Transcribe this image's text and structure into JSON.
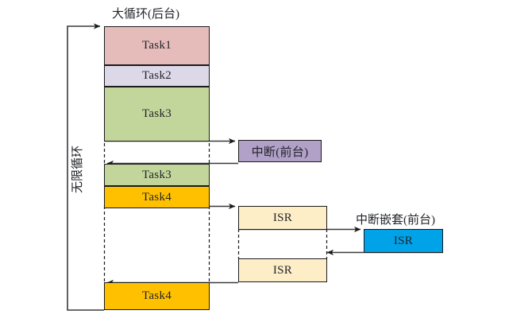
{
  "diagram": {
    "title_main_column": "大循环(后台)",
    "loop_label": "无限循环",
    "interrupt_label": "中断(前台)",
    "nested_interrupt_label": "中断嵌套(前台)",
    "main_column": {
      "blocks": [
        {
          "label": "Task1",
          "color": "#e5bcba"
        },
        {
          "label": "Task2",
          "color": "#dcd8e8"
        },
        {
          "label": "Task3",
          "color": "#c2d69b"
        },
        {
          "label": "Task3",
          "color": "#c2d69b"
        },
        {
          "label": "Task4",
          "color": "#ffc000"
        },
        {
          "label": "Task4",
          "color": "#ffc000"
        }
      ]
    },
    "isr_column": {
      "blocks": [
        {
          "label": "ISR",
          "color": "#fdeec8"
        },
        {
          "label": "ISR",
          "color": "#fdeec8"
        }
      ]
    },
    "interrupt_box": {
      "label": "中断(前台)",
      "color": "#b1a0c7"
    },
    "nested_isr_box": {
      "label": "ISR",
      "color": "#00a2e8"
    }
  },
  "colors": {
    "task1": "#e5bcba",
    "task2": "#dcd8e8",
    "task3": "#c2d69b",
    "task4": "#ffc000",
    "isr": "#fdeec8",
    "interrupt": "#b1a0c7",
    "nested_isr": "#00a2e8",
    "stroke": "#1a1a1a",
    "text": "#23252b"
  }
}
